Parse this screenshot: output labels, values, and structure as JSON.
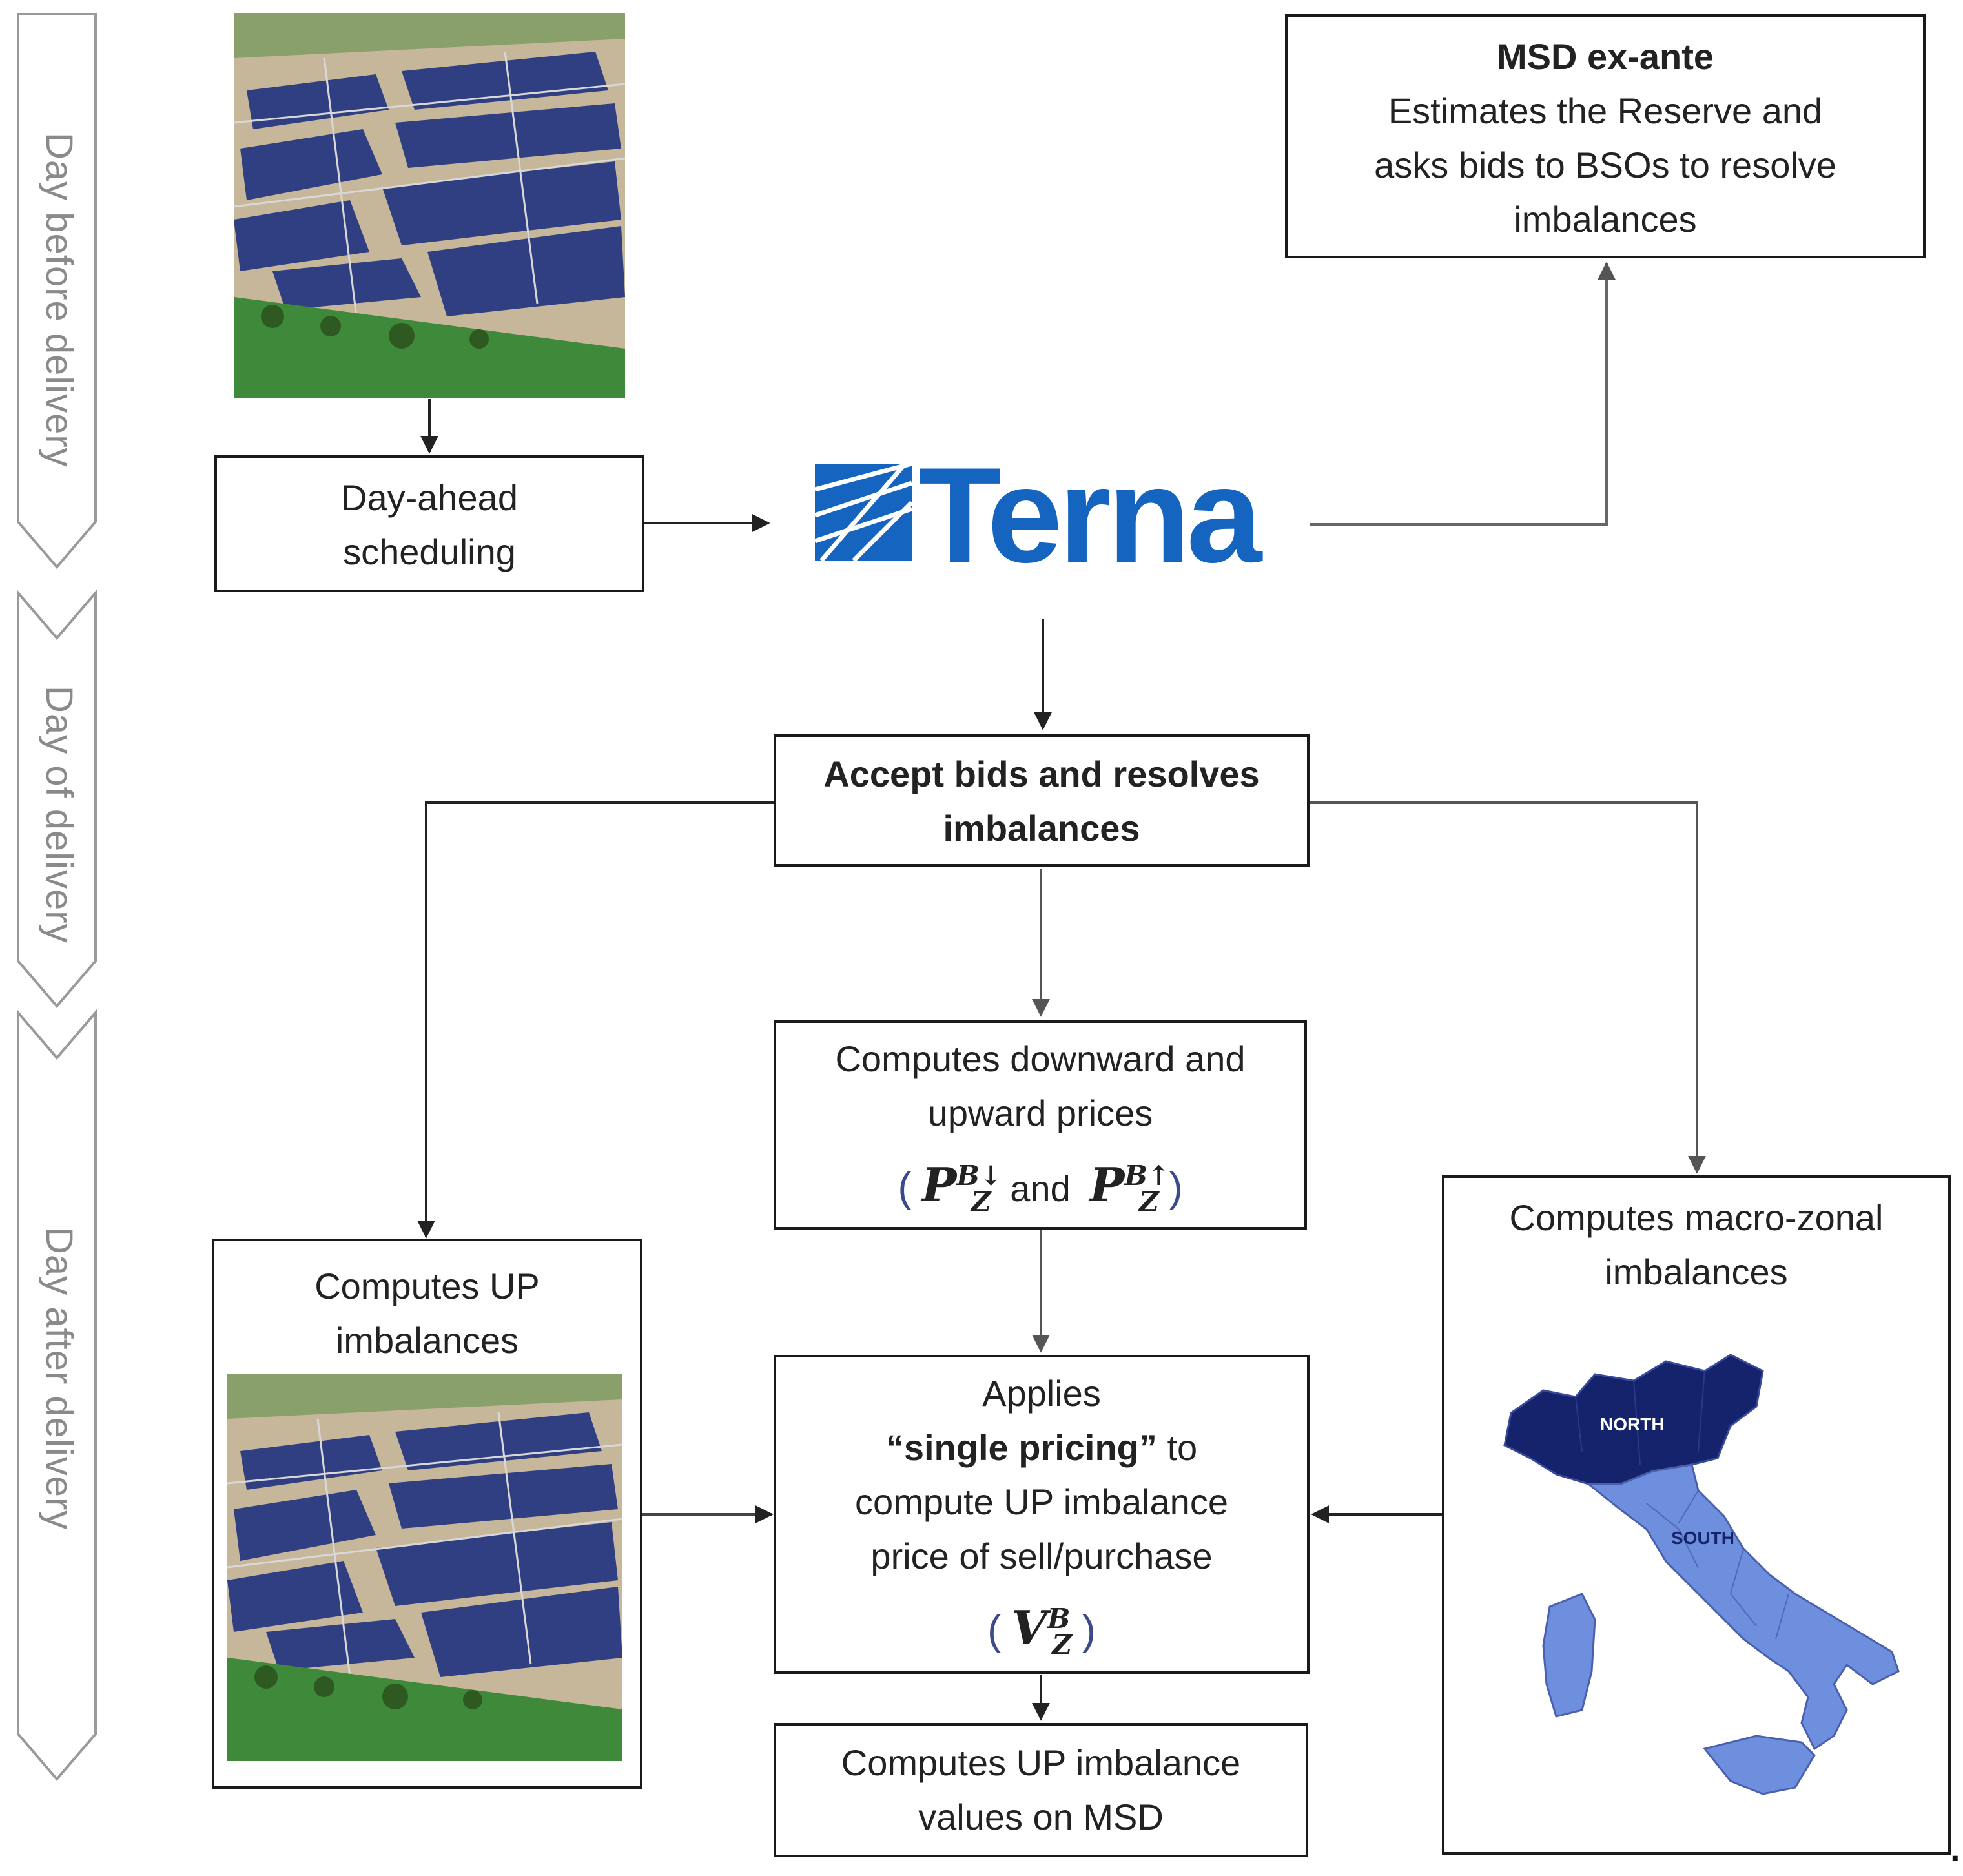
{
  "stages": [
    "Day before delivery",
    "Day of delivery",
    "Day after delivery"
  ],
  "logo": {
    "text": "Terna",
    "brand_color": "#1565c0"
  },
  "colors": {
    "box_border": "#1a1a1a",
    "arrow": "#222222",
    "arrow_gray": "#777777",
    "stage_label": "#8a8a8a",
    "map_north": "#14236b",
    "map_south": "#6e8fde"
  },
  "boxes": {
    "msd_ex_ante": {
      "title": "MSD ex-ante",
      "lines": [
        "Estimates the Reserve and",
        "asks  bids to BSOs to resolve",
        "imbalances"
      ]
    },
    "day_ahead": {
      "lines": [
        "Day-ahead",
        "scheduling"
      ]
    },
    "accept_bids": {
      "lines": [
        "Accept bids and resolves",
        "imbalances"
      ]
    },
    "computes_prices": {
      "lines": [
        "Computes downward and",
        "upward prices"
      ],
      "formula": {
        "open": "(",
        "p_down_base": "P",
        "p_down_sup": "B↓",
        "p_down_sub": "Z",
        "and": "and",
        "p_up_base": "P",
        "p_up_sup": "B↑",
        "p_up_sub": "Z",
        "close": ")"
      }
    },
    "computes_up_imbalances": {
      "lines": [
        "Computes UP",
        "imbalances"
      ]
    },
    "single_pricing": {
      "line1": "Applies",
      "line2_bold": "“single pricing”",
      "line2_rest": " to",
      "line3": "compute UP imbalance",
      "line4": "price of sell/purchase",
      "formula": {
        "open": "(",
        "base": "V",
        "sup": "B",
        "sub": "Z",
        "close": ")"
      }
    },
    "imbalance_values": {
      "lines": [
        "Computes UP imbalance",
        "values on MSD"
      ]
    },
    "macro_zonal": {
      "lines": [
        "Computes macro-zonal",
        "imbalances"
      ]
    }
  },
  "map": {
    "north_label": "NORTH",
    "south_label": "SOUTH"
  },
  "photos": {
    "top": "solar-farm-photo",
    "bottom": "solar-farm-photo"
  },
  "trailing_mark": "."
}
